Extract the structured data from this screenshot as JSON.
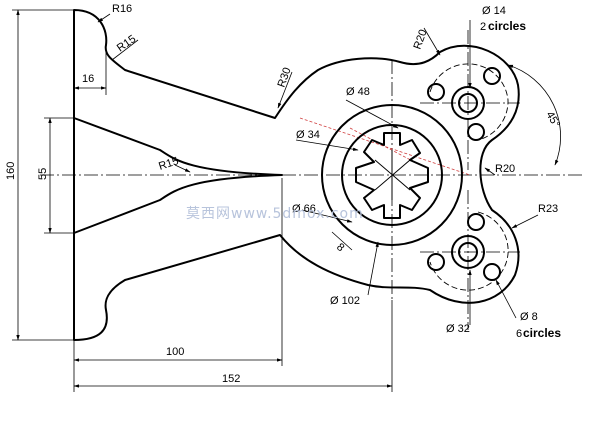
{
  "dimensions": {
    "r16": "R16",
    "r15_top": "R15",
    "d16": "16",
    "r30": "R30",
    "r20_top": "R20",
    "d14": "Ø 14",
    "d14_count": "2",
    "d14_count_word": "circles",
    "d48": "Ø 48",
    "d34": "Ø 34",
    "a45": "45°",
    "r20_mid": "R20",
    "r15_left": "R15",
    "d66": "Ø 66",
    "d8_key": "8",
    "r23": "R23",
    "d102": "Ø 102",
    "d32": "Ø 32",
    "d8": "Ø 8",
    "d8_count": "6",
    "d8_count_word": "circles",
    "d160": "160",
    "d55": "55",
    "d100": "100",
    "d152": "152"
  },
  "watermark": "莫西网www.5dmox.com"
}
